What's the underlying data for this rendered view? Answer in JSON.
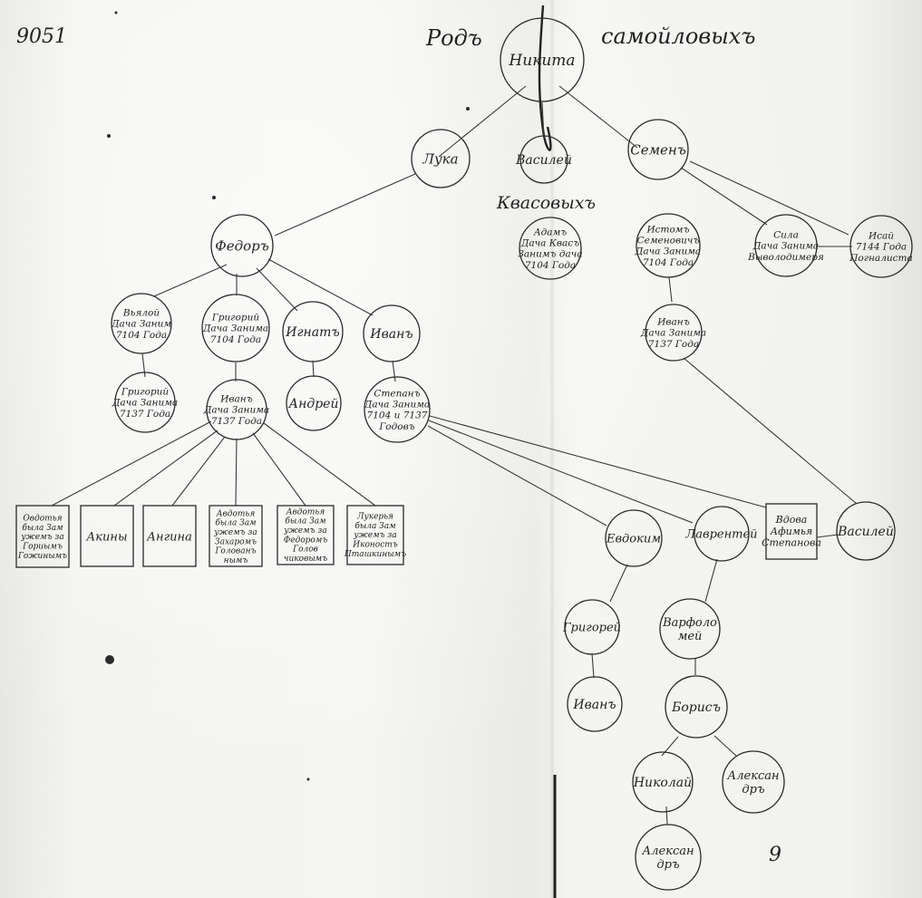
{
  "header": {
    "archive_number": "9051",
    "title_left": "Родъ",
    "title_right": "самойловыхъ"
  },
  "branch_label": "Квасовыхъ",
  "nodes": {
    "nikita": {
      "lines": [
        "Никита"
      ]
    },
    "luka": {
      "lines": [
        "Лука"
      ]
    },
    "vasiliy1": {
      "lines": [
        "Василей"
      ]
    },
    "semen": {
      "lines": [
        "Семенъ"
      ]
    },
    "fedor": {
      "lines": [
        "Федоръ"
      ]
    },
    "adam": {
      "lines": [
        "Адамъ",
        "Дача Квасъ",
        "Занимъ дача",
        "7104 Года"
      ]
    },
    "istoma": {
      "lines": [
        "Истомъ",
        "Семеновичъ",
        "Дача Занима",
        "7104 Года"
      ]
    },
    "sila": {
      "lines": [
        "Сила",
        "Дача Занима",
        "Выволодимеря"
      ]
    },
    "isai": {
      "lines": [
        "Исай",
        "7144 Года",
        "Погналиста"
      ]
    },
    "vyalov": {
      "lines": [
        "Вьялой",
        "Дача Заним",
        "7104 Года"
      ]
    },
    "grigoriy1": {
      "lines": [
        "Григорий",
        "Дача Занима",
        "7104 Года"
      ]
    },
    "ignat": {
      "lines": [
        "Игнатъ"
      ]
    },
    "ivan1": {
      "lines": [
        "Иванъ"
      ]
    },
    "ivan_r": {
      "lines": [
        "Иванъ",
        "Дача Занима",
        "7137 Года"
      ]
    },
    "grigoriy2": {
      "lines": [
        "Григорий",
        "Дача Занима",
        "7137 Года"
      ]
    },
    "ivan2": {
      "lines": [
        "Иванъ",
        "Дача Занима",
        "7137 Года"
      ]
    },
    "andrey": {
      "lines": [
        "Андрей"
      ]
    },
    "stepan": {
      "lines": [
        "Степанъ",
        "Дача Занима",
        "7104 и 7137",
        "Годовъ"
      ]
    },
    "evdokim": {
      "lines": [
        "Евдоким"
      ]
    },
    "lavrentiy": {
      "lines": [
        "Лаврентей"
      ]
    },
    "vasiliy2": {
      "lines": [
        "Василей"
      ]
    },
    "grigoriy3": {
      "lines": [
        "Григорей"
      ]
    },
    "bartholomew": {
      "lines": [
        "Варфоло",
        "мей"
      ]
    },
    "ivan3": {
      "lines": [
        "Иванъ"
      ]
    },
    "boris": {
      "lines": [
        "Борисъ"
      ]
    },
    "nikolay": {
      "lines": [
        "Николай"
      ]
    },
    "aleksandr1": {
      "lines": [
        "Алексан",
        "дръ"
      ]
    },
    "aleksandr2": {
      "lines": [
        "Алексан",
        "дръ"
      ]
    }
  },
  "boxes": {
    "box1": {
      "lines": [
        "Овдотья",
        "была Зам",
        "ужемъ за",
        "Гориымъ",
        "Гожинымъ"
      ]
    },
    "box2": {
      "lines": [
        "Акины"
      ]
    },
    "box3": {
      "lines": [
        "Ангина"
      ]
    },
    "box4": {
      "lines": [
        "Авдотья",
        "была Зам",
        "ужемъ за",
        "Захаромъ",
        "Голованъ",
        "нымъ"
      ]
    },
    "box5": {
      "lines": [
        "Авдотья",
        "была Зам",
        "ужемъ за",
        "Федоромъ",
        "Голов",
        "чиковымъ"
      ]
    },
    "box6": {
      "lines": [
        "Лукерья",
        "была Зам",
        "ужемъ за",
        "Иконостъ",
        "Пташкинымъ"
      ]
    },
    "box7": {
      "lines": [
        "Вдова",
        "Афимья",
        "Степанова"
      ]
    }
  },
  "page_number": "9"
}
